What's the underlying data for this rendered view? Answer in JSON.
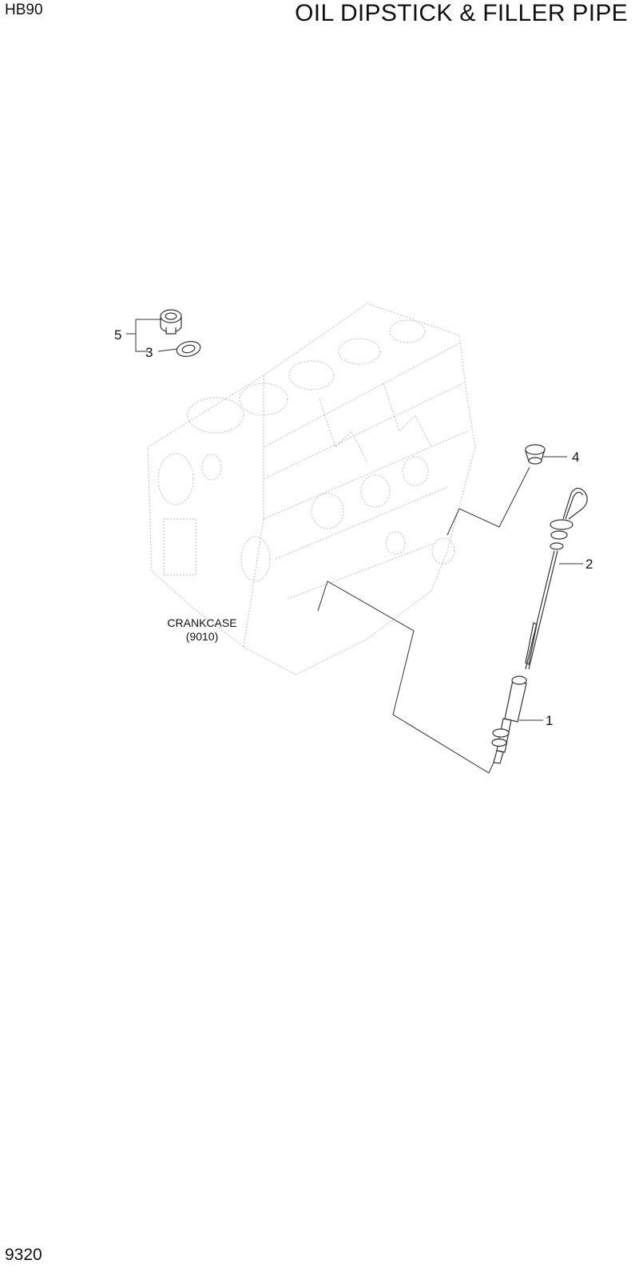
{
  "header": {
    "model": "HB90",
    "title": "OIL DIPSTICK & FILLER PIPE"
  },
  "footer": {
    "page_number": "9320"
  },
  "diagram": {
    "reference": {
      "name": "CRANKCASE",
      "code": "(9010)"
    },
    "callouts": [
      {
        "id": "1"
      },
      {
        "id": "2"
      },
      {
        "id": "3"
      },
      {
        "id": "4"
      },
      {
        "id": "5"
      }
    ],
    "colors": {
      "line": "#333333",
      "ghost": "#c8c8c8"
    }
  }
}
